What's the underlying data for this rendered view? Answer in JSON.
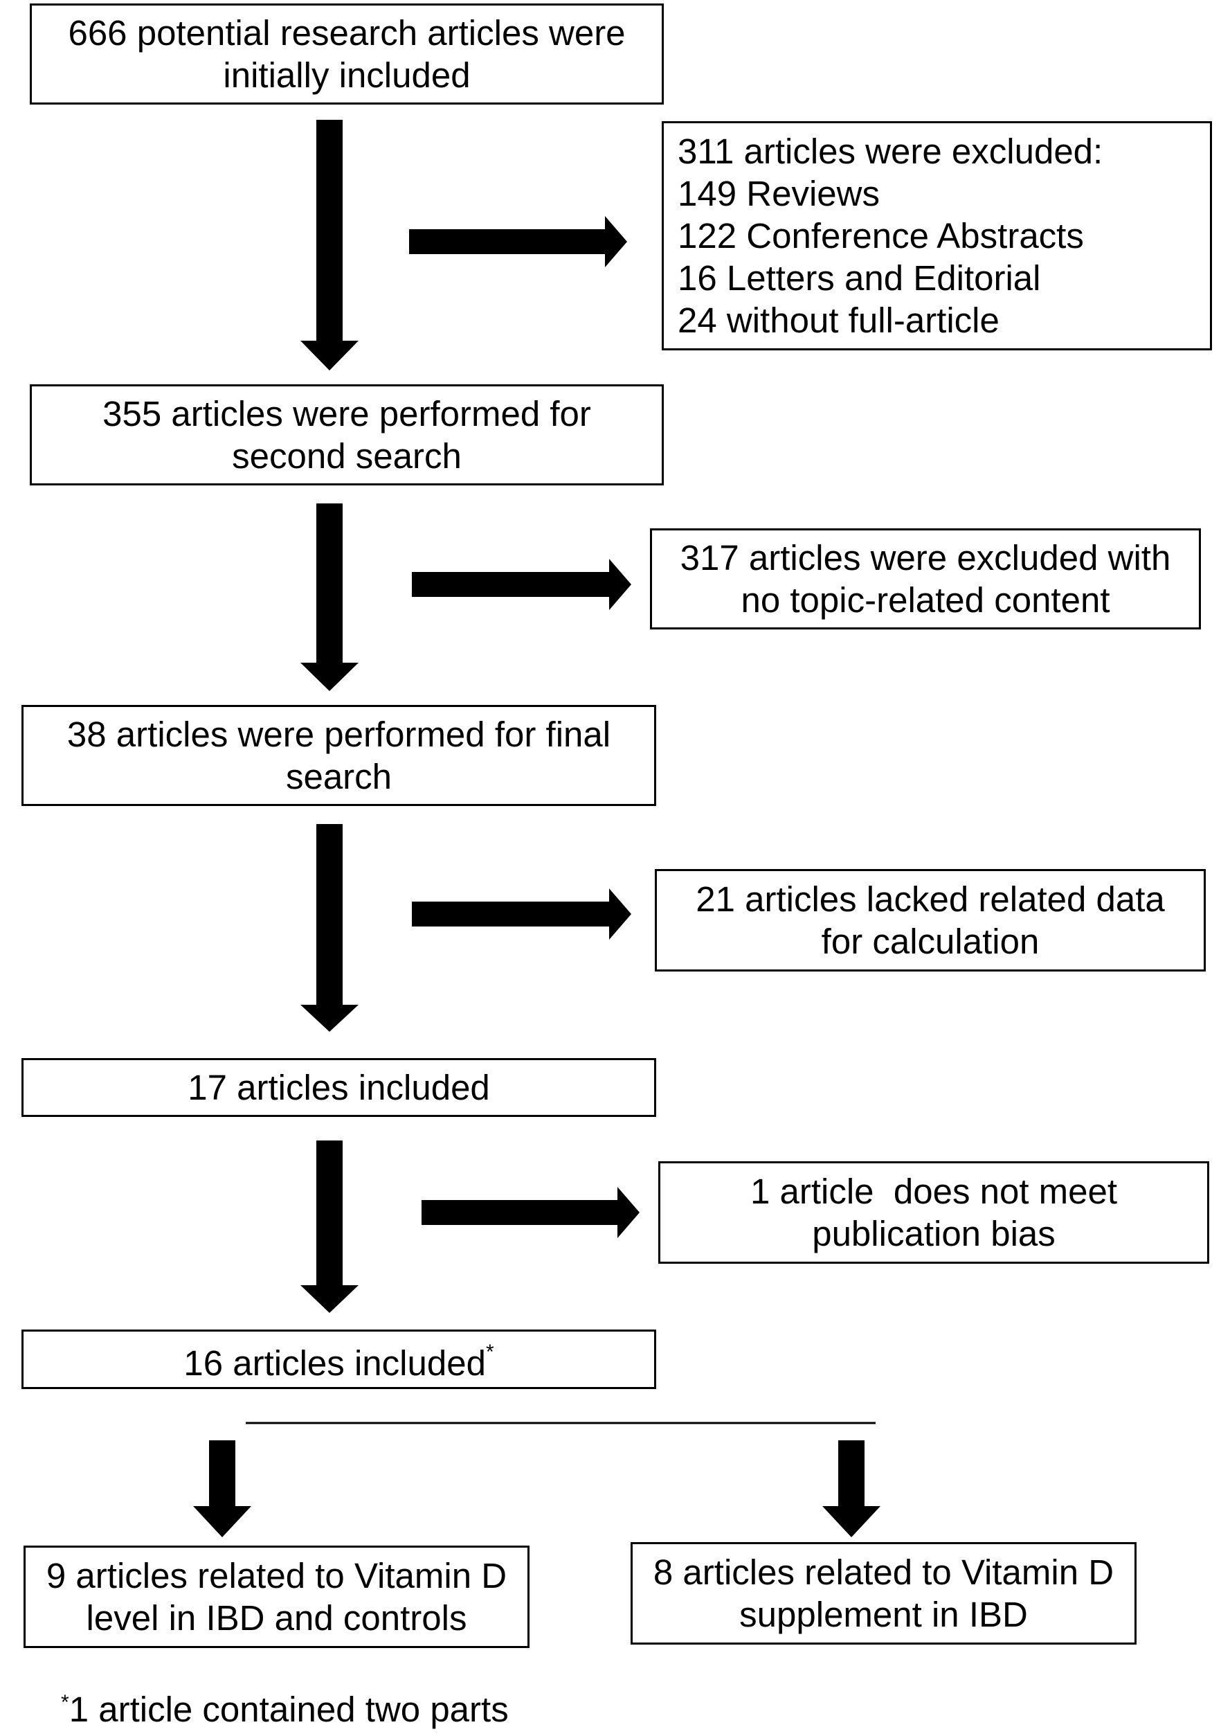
{
  "flow": {
    "step1": {
      "lines": [
        "666 potential research articles were",
        "initially included"
      ]
    },
    "excluded1": {
      "lines": [
        "311 articles were excluded:",
        "149 Reviews",
        "122 Conference Abstracts",
        "16 Letters and Editorial",
        "24 without full-article"
      ]
    },
    "step2": {
      "lines": [
        "355 articles were performed for",
        "second search"
      ]
    },
    "excluded2": {
      "lines": [
        "317 articles were excluded with",
        "no topic-related content"
      ]
    },
    "step3": {
      "lines": [
        "38 articles were performed for final",
        "search"
      ]
    },
    "excluded3": {
      "lines": [
        "21 articles lacked related data",
        "for calculation"
      ]
    },
    "step4": {
      "lines": [
        "17 articles included"
      ]
    },
    "excluded4": {
      "lines": [
        "1 article  does not meet",
        "publication bias"
      ]
    },
    "step5": {
      "text": "16 articles included",
      "marker": "*"
    },
    "result_left": {
      "lines": [
        "9 articles related to Vitamin D",
        "level in IBD and controls"
      ]
    },
    "result_right": {
      "lines": [
        "8 articles related to Vitamin D",
        "supplement in IBD"
      ]
    }
  },
  "footnote": {
    "marker": "*",
    "text": "1 article contained two parts"
  }
}
